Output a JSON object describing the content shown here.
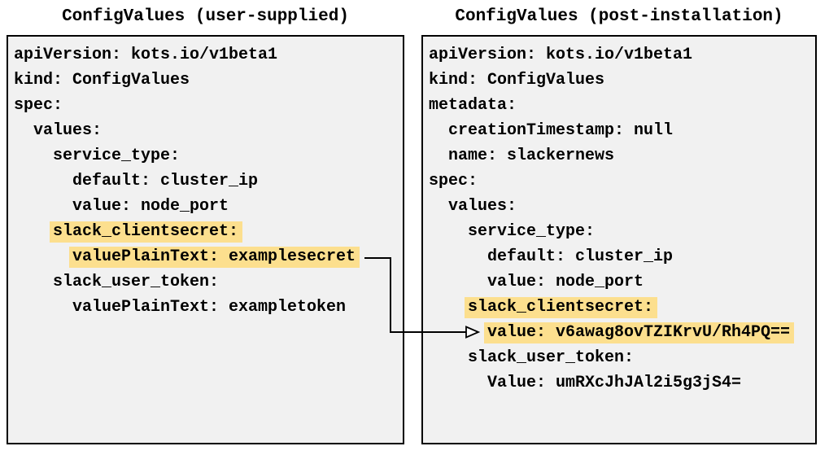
{
  "colors": {
    "highlight": "#fcdf8e",
    "panel_background": "#f1f1f1",
    "panel_border": "#000000",
    "text": "#000000",
    "arrow": "#000000"
  },
  "left_panel": {
    "title": "ConfigValues (user-supplied)",
    "lines": [
      {
        "indent": 0,
        "text": "apiVersion: kots.io/v1beta1",
        "highlight": false
      },
      {
        "indent": 0,
        "text": "kind: ConfigValues",
        "highlight": false
      },
      {
        "indent": 0,
        "text": "spec:",
        "highlight": false
      },
      {
        "indent": 2,
        "text": "values:",
        "highlight": false
      },
      {
        "indent": 4,
        "text": "service_type:",
        "highlight": false
      },
      {
        "indent": 6,
        "text": "default: cluster_ip",
        "highlight": false
      },
      {
        "indent": 6,
        "text": "value: node_port",
        "highlight": false
      },
      {
        "indent": 4,
        "text": "slack_clientsecret:",
        "highlight": true
      },
      {
        "indent": 6,
        "text": "valuePlainText: examplesecret",
        "highlight": true
      },
      {
        "indent": 4,
        "text": "slack_user_token:",
        "highlight": false
      },
      {
        "indent": 6,
        "text": "valuePlainText: exampletoken",
        "highlight": false
      }
    ]
  },
  "right_panel": {
    "title": "ConfigValues (post-installation)",
    "lines": [
      {
        "indent": 0,
        "text": "apiVersion: kots.io/v1beta1",
        "highlight": false
      },
      {
        "indent": 0,
        "text": "kind: ConfigValues",
        "highlight": false
      },
      {
        "indent": 0,
        "text": "metadata:",
        "highlight": false
      },
      {
        "indent": 2,
        "text": "creationTimestamp: null",
        "highlight": false
      },
      {
        "indent": 2,
        "text": "name: slackernews",
        "highlight": false
      },
      {
        "indent": 0,
        "text": "spec:",
        "highlight": false
      },
      {
        "indent": 2,
        "text": "values:",
        "highlight": false
      },
      {
        "indent": 4,
        "text": "service_type:",
        "highlight": false
      },
      {
        "indent": 6,
        "text": "default: cluster_ip",
        "highlight": false
      },
      {
        "indent": 6,
        "text": "value: node_port",
        "highlight": false
      },
      {
        "indent": 4,
        "text": "slack_clientsecret:",
        "highlight": true
      },
      {
        "indent": 6,
        "text": "value: v6awag8ovTZIKrvU/Rh4PQ==",
        "highlight": true
      },
      {
        "indent": 4,
        "text": "slack_user_token:",
        "highlight": false
      },
      {
        "indent": 6,
        "text": "Value: umRXcJhJAl2i5g3jS4=",
        "highlight": false
      }
    ]
  }
}
